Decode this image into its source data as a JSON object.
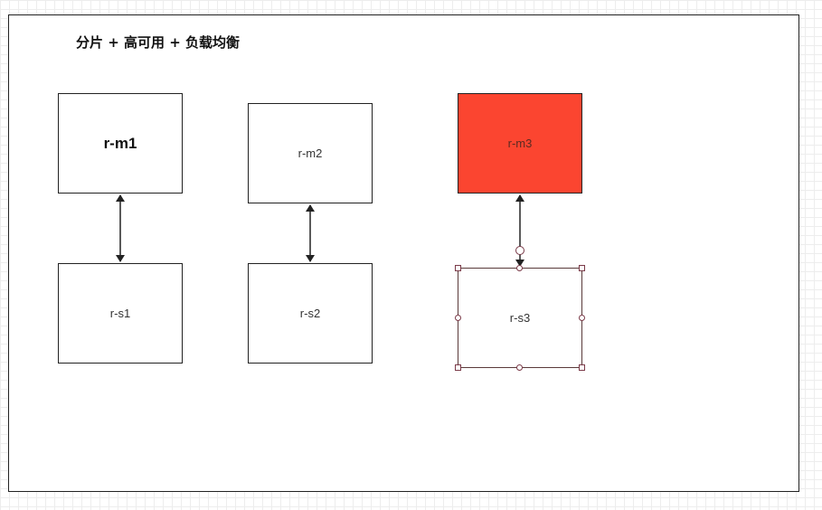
{
  "diagram": {
    "title": "分片 + 高可用 + 负载均衡",
    "nodes": {
      "m1": "r-m1",
      "m2": "r-m2",
      "m3": "r-m3",
      "s1": "r-s1",
      "s2": "r-s2",
      "s3": "r-s3"
    },
    "colors": {
      "highlight": "#fb4530",
      "stroke": "#222222"
    }
  }
}
